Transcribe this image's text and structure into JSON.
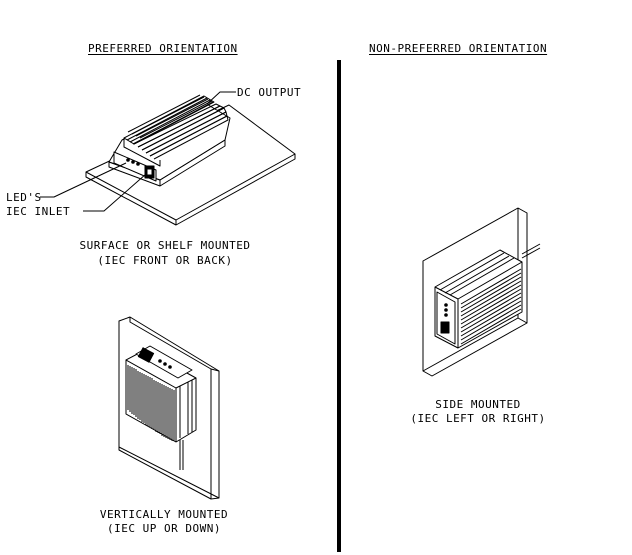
{
  "headers": {
    "preferred": "PREFERRED ORIENTATION",
    "non_preferred": "NON-PREFERRED ORIENTATION"
  },
  "callouts": {
    "dc_output": "DC OUTPUT",
    "leds": "LED'S",
    "iec_inlet": "IEC INLET"
  },
  "captions": {
    "surface_line1": "SURFACE OR SHELF MOUNTED",
    "surface_line2": "(IEC FRONT OR BACK)",
    "vertical_line1": "VERTICALLY MOUNTED",
    "vertical_line2": "(IEC UP OR DOWN)",
    "side_line1": "SIDE MOUNTED",
    "side_line2": "(IEC LEFT OR RIGHT)"
  }
}
